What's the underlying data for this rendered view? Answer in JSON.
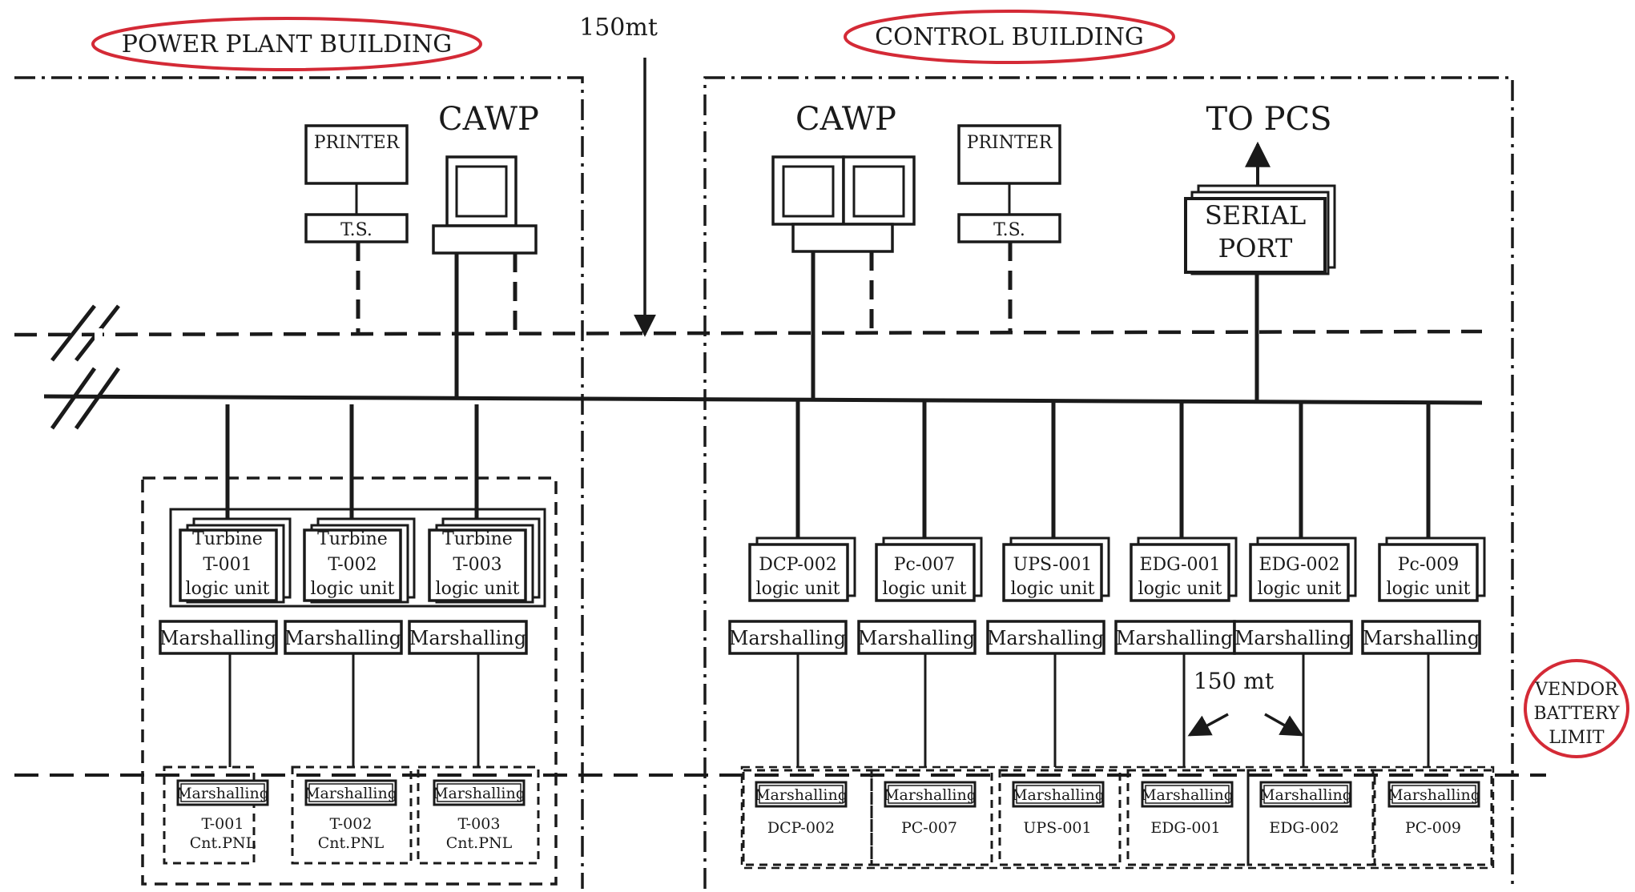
{
  "labels": {
    "power_plant_building": "POWER PLANT  BUILDING",
    "control_building": "CONTROL BUILDING",
    "distance_top": "150mt",
    "distance_bottom": "150 mt",
    "vendor_line1": "VENDOR",
    "vendor_line2": "BATTERY",
    "vendor_line3": "LIMIT"
  },
  "power_plant": {
    "cawp": "CAWP",
    "printer": "PRINTER",
    "ts": "T.S."
  },
  "control": {
    "cawp": "CAWP",
    "printer": "PRINTER",
    "ts": "T.S.",
    "to_pcs": "TO PCS",
    "serial_line1": "SERIAL",
    "serial_line2": "PORT"
  },
  "turbine_units": [
    {
      "line1": "Turbine",
      "line2": "T-001",
      "line3": "logic unit",
      "marshalling": "Marshalling",
      "field_marshalling": "Marshalling",
      "field_line1": "T-001",
      "field_line2": "Cnt.PNL"
    },
    {
      "line1": "Turbine",
      "line2": "T-002",
      "line3": "logic unit",
      "marshalling": "Marshalling",
      "field_marshalling": "Marshalling",
      "field_line1": "T-002",
      "field_line2": "Cnt.PNL"
    },
    {
      "line1": "Turbine",
      "line2": "T-003",
      "line3": "logic unit",
      "marshalling": "Marshalling",
      "field_marshalling": "Marshalling",
      "field_line1": "T-003",
      "field_line2": "Cnt.PNL"
    }
  ],
  "control_units": [
    {
      "line1": "DCP-002",
      "line2": "logic unit",
      "marshalling": "Marshalling",
      "field_marshalling": "Marshalling",
      "field_label": "DCP-002"
    },
    {
      "line1": "Pc-007",
      "line2": "logic unit",
      "marshalling": "Marshalling",
      "field_marshalling": "Marshalling",
      "field_label": "PC-007"
    },
    {
      "line1": "UPS-001",
      "line2": "logic unit",
      "marshalling": "Marshalling",
      "field_marshalling": "Marshalling",
      "field_label": "UPS-001"
    },
    {
      "line1": "EDG-001",
      "line2": "logic unit",
      "marshalling": "Marshalling",
      "field_marshalling": "Marshalling",
      "field_label": "EDG-001"
    },
    {
      "line1": "EDG-002",
      "line2": "logic unit",
      "marshalling": "Marshalling",
      "field_marshalling": "Marshalling",
      "field_label": "EDG-002"
    },
    {
      "line1": "Pc-009",
      "line2": "logic unit",
      "marshalling": "Marshalling",
      "field_marshalling": "Marshalling",
      "field_label": "PC-009"
    }
  ],
  "colors": {
    "ink": "#1a1a1a",
    "highlight_ellipse": "#d42a36"
  }
}
